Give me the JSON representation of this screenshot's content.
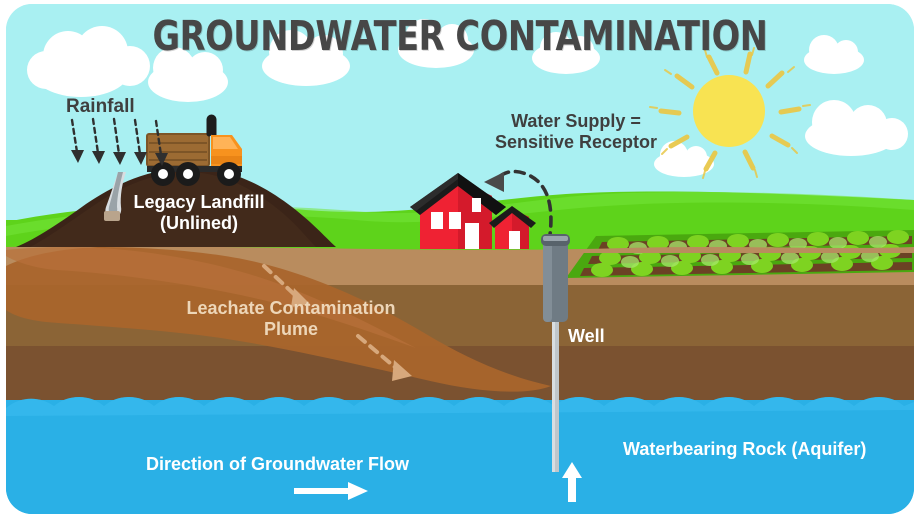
{
  "diagram": {
    "title": "GROUNDWATER CONTAMINATION",
    "type": "cross-section illustration",
    "labels": {
      "rainfall": "Rainfall",
      "landfill_line1": "Legacy Landfill",
      "landfill_line2": "(Unlined)",
      "landfill": "Legacy Landfill (Unlined)",
      "water_supply_line1": "Water Supply =",
      "water_supply_line2": "Sensitive Receptor",
      "water_supply": "Water Supply = Sensitive Receptor",
      "plume_line1": "Leachate Contamination",
      "plume_line2": "Plume",
      "plume": "Leachate Contamination Plume",
      "well": "Well",
      "groundwater_flow": "Direction of Groundwater Flow",
      "aquifer": "Waterbearing Rock (Aquifer)"
    },
    "elements": {
      "sun": "sun-icon",
      "clouds": "cloud-icon",
      "dump_truck": "dump-truck-icon",
      "house": "house-icon",
      "crop_field": "crop-field-icon",
      "well_casing": "well-icon",
      "rain_arrows_count": 5,
      "plume_arrows_count": 2,
      "flow_arrow": "right-arrow-icon",
      "well_intake_arrow": "up-arrow-icon",
      "receptor_arrow": "curved-dashed-arrow-icon"
    },
    "colors": {
      "sky": "#a9f0f2",
      "cloud": "#ffffff",
      "sun": "#f8e352",
      "sun_rays": "#e8c84a",
      "grass": "#5ed31b",
      "soil_upper": "#b98c5e",
      "soil_middle": "#8b6436",
      "soil_lower": "#7b5230",
      "aquifer_water": "#2ab0e6",
      "landfill_mound": "#3b2418",
      "plume": "#a9652c",
      "truck_cab": "#f7921e",
      "truck_bed": "#9c6b33",
      "house_body": "#ef2233",
      "house_roof": "#1b1b1b",
      "well_casing": "#6f7b84",
      "title_text": "#474747",
      "label_white": "#ffffff",
      "label_dark": "#3f3f3f",
      "label_plume": "#edd6b8"
    }
  }
}
